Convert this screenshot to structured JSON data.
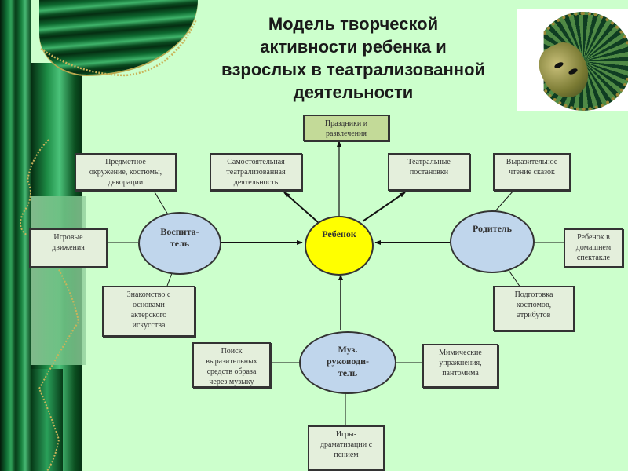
{
  "title": "Модель творческой активности ребенка и взрослых в театрализованной деятельности",
  "title_lines": [
    "Модель творческой",
    "активности ребенка и",
    "взрослых в театрализованной",
    "деятельности"
  ],
  "colors": {
    "background": "#ccffcc",
    "box_fill": "#e4efdc",
    "highlight_box_fill": "#c3da98",
    "ellipse_fill": "#c0d6ec",
    "child_fill": "#ffff00",
    "border": "#333333"
  },
  "decorations": {
    "left": "green-theater-curtain",
    "top_right": "venetian-mask-with-fan"
  },
  "nodes": {
    "child": "Ребенок",
    "educator": [
      "Воспита-",
      "тель"
    ],
    "parent": "Родитель",
    "music_director": [
      "Муз.",
      "руководи-",
      "тель"
    ]
  },
  "boxes": {
    "holidays": [
      "Праздники и",
      "развлечения"
    ],
    "environment": [
      "Предметное",
      "окружение, костюмы,",
      "декорации"
    ],
    "independent": [
      "Самостоятельная",
      "театрализованная",
      "деятельность"
    ],
    "performances": [
      "Театральные",
      "постановки"
    ],
    "reading": [
      "Выразительное",
      "чтение сказок"
    ],
    "game_moves": [
      "Игровые",
      "движения"
    ],
    "home_show": [
      "Ребенок в",
      "домашнем",
      "спектакле"
    ],
    "acting_basics": [
      "Знакомство с",
      "основами",
      "актерского",
      "искусства"
    ],
    "costumes": [
      "Подготовка",
      "костюмов,",
      "атрибутов"
    ],
    "music_search": [
      "Поиск",
      "выразительных",
      "средств образа",
      "через музыку"
    ],
    "mimic": [
      "Мимические",
      "упражнения,",
      "пантомима"
    ],
    "drama_games": [
      "Игры-",
      "драматизации с",
      "пением"
    ]
  }
}
